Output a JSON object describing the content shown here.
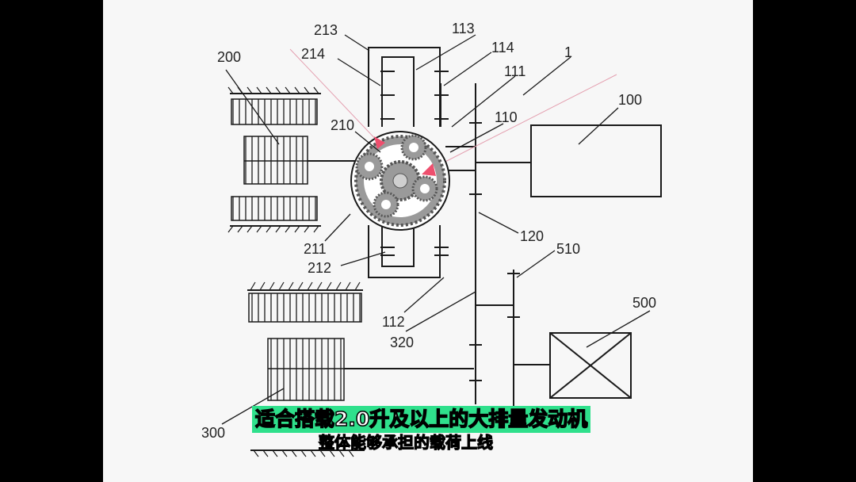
{
  "labels": {
    "n1": "1",
    "n100": "100",
    "n110": "110",
    "n111": "111",
    "n112": "112",
    "n113": "113",
    "n114": "114",
    "n120": "120",
    "n200": "200",
    "n210": "210",
    "n211": "211",
    "n212": "212",
    "n213": "213",
    "n214": "214",
    "n300": "300",
    "n320": "320",
    "n500": "500",
    "n510": "510"
  },
  "subtitles": {
    "line1": "适合搭载2.0升及以上的大排量发动机",
    "line2": "整体能够承担的载荷上线"
  },
  "colors": {
    "line": "#1a1a1a",
    "gear_fill": "#9a9a9a",
    "gear_hub": "#cfcfcf",
    "highlight": "#ee4f6e",
    "subtitle_bg": "#2fe08c"
  }
}
